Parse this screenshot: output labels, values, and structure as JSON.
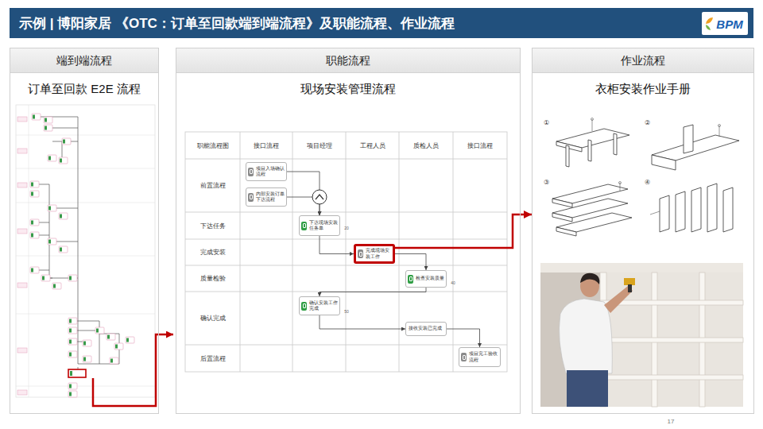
{
  "diagram": {
    "title": "示例 | 博阳家居 《OTC：订单至回款端到端流程》及职能流程、作业流程",
    "nodes": [
      {
        "text": [
          "端到端流程",
          "订单至回款 E2E 流程"
        ]
      },
      {
        "text": [
          "职能流程",
          "现场安装管理流程"
        ]
      },
      {
        "text": [
          "项目入场确认流程"
        ],
        "in": 1
      },
      {
        "text": [
          "内部安装订单下达流程"
        ],
        "in": 1
      },
      {
        "text": [
          "下达现场安装任务单"
        ],
        "in": 1
      },
      {
        "text": [
          "完成现场安装工作"
        ],
        "in": 1
      },
      {
        "text": [
          "检查安装质量"
        ],
        "in": 1
      },
      {
        "text": [
          "确认安装工作完成"
        ],
        "in": 1
      },
      {
        "text": [
          "接收安装已完成"
        ],
        "in": 1
      },
      {
        "text": [
          "项目完工验收流程"
        ],
        "in": 1
      },
      {
        "text": [
          "作业流程",
          "衣柜安装作业手册"
        ]
      }
    ],
    "edges": [
      {
        "from": 2,
        "to": 4,
        "arrow": "to"
      },
      {
        "from": 3,
        "to": 4,
        "arrow": "to"
      },
      {
        "from": 4,
        "to": 5,
        "arrow": "to"
      },
      {
        "from": 5,
        "to": 6,
        "arrow": "to"
      },
      {
        "from": 6,
        "to": 7,
        "arrow": "to"
      },
      {
        "from": 7,
        "to": 8,
        "arrow": "to"
      },
      {
        "from": 8,
        "to": 9,
        "arrow": "to"
      },
      {
        "from": 5,
        "to": 10,
        "arrow": "to"
      }
    ],
    "labels": [
      "BPM",
      "职能流程图",
      "接口流程",
      "项目经理",
      "工程人员",
      "质检人员",
      "接口流程",
      "前置流程",
      "下达任务",
      "完成安装",
      "质量检验",
      "确认完成",
      "后置流程",
      "20",
      "40",
      "50",
      "①",
      "②",
      "③",
      "④",
      "17"
    ]
  }
}
